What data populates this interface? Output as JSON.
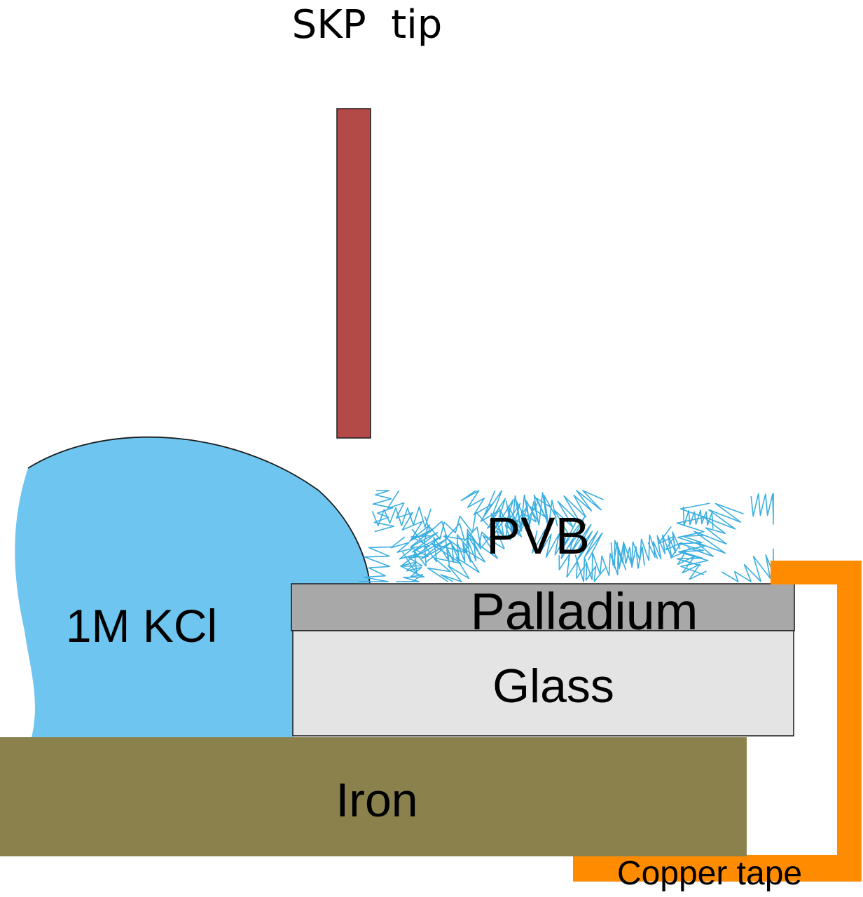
{
  "labels": {
    "tip": "SKP  tip",
    "electrolyte": "1M KCl",
    "coating": "PVB",
    "metal_film": "Palladium",
    "substrate": "Glass",
    "base": "Iron",
    "contact": "Copper tape"
  },
  "colors": {
    "tip": "#b44a48",
    "electrolyte": "#6ec6f0",
    "coating": "#3aaee0",
    "palladium": "#a8a8a8",
    "glass": "#e4e4e4",
    "iron": "#8a814d",
    "copper": "#ff8c00",
    "outline": "#1a1a1a",
    "text": "#000000"
  }
}
